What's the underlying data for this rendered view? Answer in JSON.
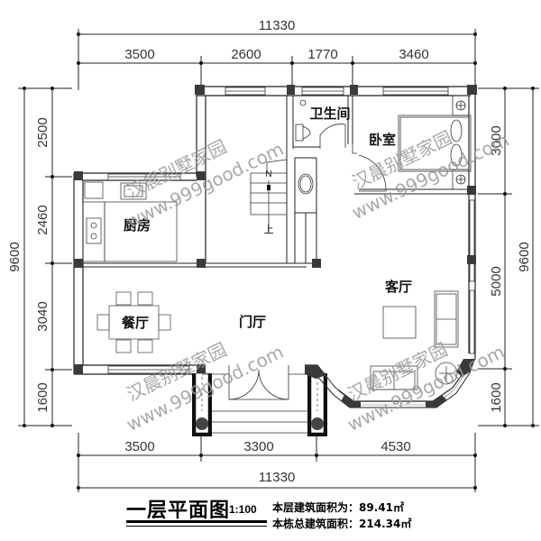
{
  "drawing": {
    "title": "一层平面图",
    "scale": "1:100",
    "floor_area_label": "本层建筑面积为：",
    "floor_area_value": "89.41㎡",
    "total_area_label": "本栋总建筑面积：",
    "total_area_value": "214.34㎡"
  },
  "dimensions": {
    "top_total": "11330",
    "top_segments": [
      "3500",
      "2600",
      "1770",
      "3460"
    ],
    "bottom_segments": [
      "3500",
      "3300",
      "4530"
    ],
    "bottom_total": "11330",
    "left_total": "9600",
    "left_segments": [
      "2500",
      "2460",
      "3040",
      "1600"
    ],
    "right_segments": [
      "3000",
      "5000",
      "1600"
    ],
    "right_total": "9600"
  },
  "rooms": {
    "bathroom": "卫生间",
    "bedroom": "卧室",
    "kitchen": "厨房",
    "dining": "餐厅",
    "foyer": "门厅",
    "living": "客厅"
  },
  "stair_label": "上",
  "stair_arrow_label": "N",
  "watermark": {
    "cn": "汉晨别墅家园",
    "url": "www.999good.com"
  },
  "colors": {
    "line": "#222222",
    "column": "#3a3a3a",
    "watermark": "#9a9a9a"
  }
}
